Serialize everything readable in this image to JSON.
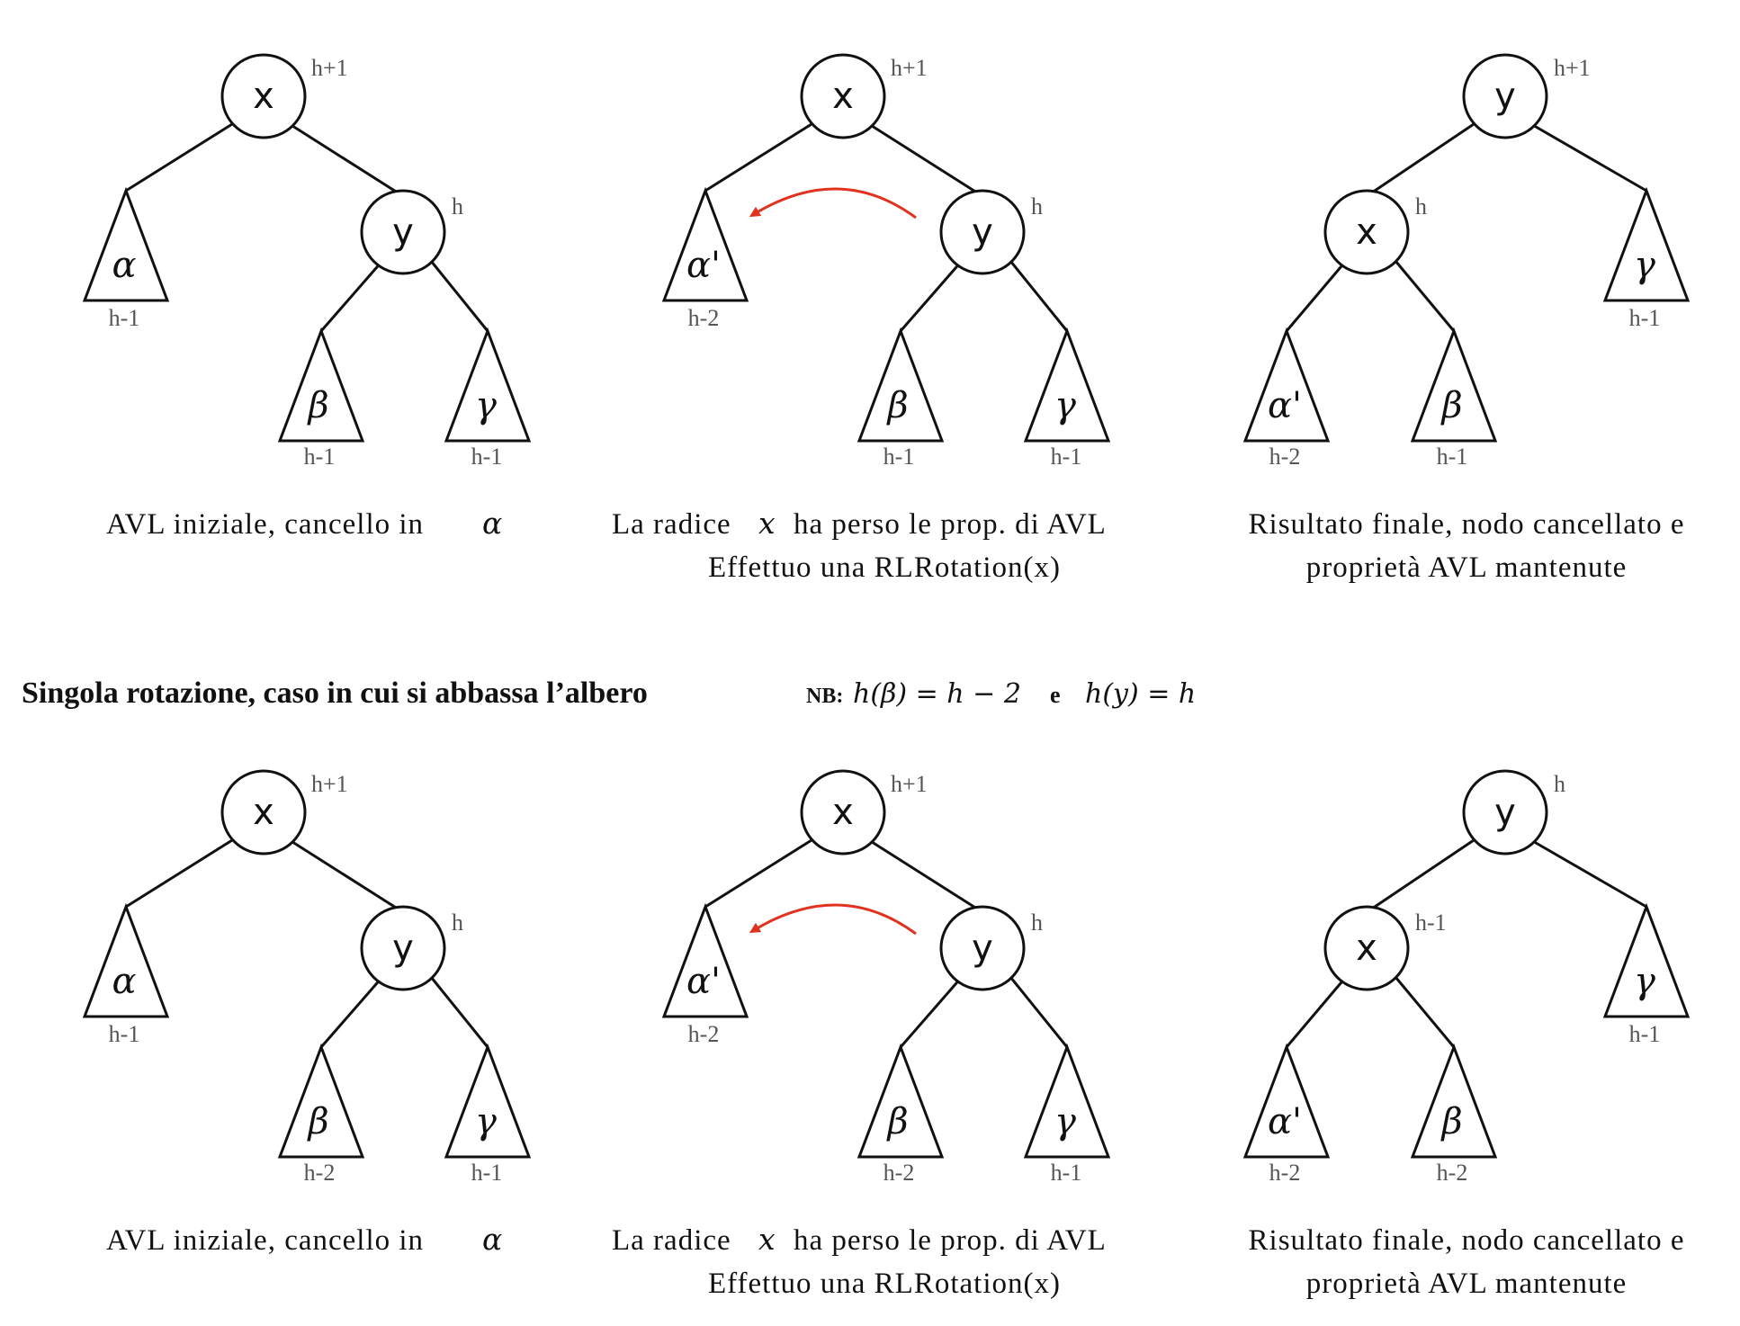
{
  "section_title": "Singola rotazione, caso in cui si abbassa l’albero",
  "nb": {
    "label": "NB:",
    "expr1": "h(β) = h − 2",
    "conj": "e",
    "expr2": "h(y) = h"
  },
  "colors": {
    "arrow": "#e0321f",
    "height_label": "#555555",
    "stroke": "#111111"
  },
  "rows": [
    {
      "panels": [
        {
          "root": {
            "label": "x",
            "h": "h+1"
          },
          "left_tree": {
            "label": "α",
            "h": "h-1"
          },
          "child": {
            "label": "y",
            "h": "h"
          },
          "child_left": {
            "label": "β",
            "h": "h-1"
          },
          "child_right": {
            "label": "γ",
            "h": "h-1"
          },
          "caption_line1_text": "AVL iniziale, cancello in",
          "caption_line1_math": "α"
        },
        {
          "root": {
            "label": "x",
            "h": "h+1"
          },
          "left_tree": {
            "label": "α'",
            "h": "h-2"
          },
          "child": {
            "label": "y",
            "h": "h"
          },
          "child_left": {
            "label": "β",
            "h": "h-1"
          },
          "child_right": {
            "label": "γ",
            "h": "h-1"
          },
          "caption_line1_pre": "La radice",
          "caption_line1_math": "x",
          "caption_line1_post": "ha perso le prop. di AVL",
          "caption_line2": "Effettuo una RLRotation(x)"
        },
        {
          "root": {
            "label": "y",
            "h": "h+1"
          },
          "child": {
            "label": "x",
            "h": "h"
          },
          "child_left": {
            "label": "α'",
            "h": "h-2"
          },
          "child_right": {
            "label": "β",
            "h": "h-1"
          },
          "right_tree": {
            "label": "γ",
            "h": "h-1"
          },
          "caption_line1": "Risultato finale, nodo cancellato e",
          "caption_line2": "proprietà AVL mantenute"
        }
      ]
    },
    {
      "panels": [
        {
          "root": {
            "label": "x",
            "h": "h+1"
          },
          "left_tree": {
            "label": "α",
            "h": "h-1"
          },
          "child": {
            "label": "y",
            "h": "h"
          },
          "child_left": {
            "label": "β",
            "h": "h-2"
          },
          "child_right": {
            "label": "γ",
            "h": "h-1"
          },
          "caption_line1_text": "AVL iniziale, cancello in",
          "caption_line1_math": "α"
        },
        {
          "root": {
            "label": "x",
            "h": "h+1"
          },
          "left_tree": {
            "label": "α'",
            "h": "h-2"
          },
          "child": {
            "label": "y",
            "h": "h"
          },
          "child_left": {
            "label": "β",
            "h": "h-2"
          },
          "child_right": {
            "label": "γ",
            "h": "h-1"
          },
          "caption_line1_pre": "La radice",
          "caption_line1_math": "x",
          "caption_line1_post": "ha perso le prop. di AVL",
          "caption_line2": "Effettuo una RLRotation(x)"
        },
        {
          "root": {
            "label": "y",
            "h": "h"
          },
          "child": {
            "label": "x",
            "h": "h-1"
          },
          "child_left": {
            "label": "α'",
            "h": "h-2"
          },
          "child_right": {
            "label": "β",
            "h": "h-2"
          },
          "right_tree": {
            "label": "γ",
            "h": "h-1"
          },
          "caption_line1": "Risultato finale, nodo cancellato e",
          "caption_line2": "proprietà AVL mantenute"
        }
      ]
    }
  ]
}
